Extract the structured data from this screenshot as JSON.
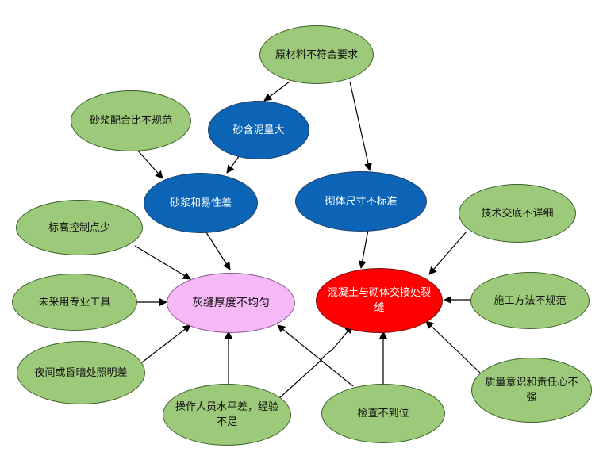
{
  "diagram": {
    "nodes": {
      "raw_material": "原材料不符合要求",
      "sand_mud": "砂含泥量大",
      "mortar_ratio": "砂浆配合比不规范",
      "mortar_workability": "砂浆和易性差",
      "block_size": "砌体尺寸不标准",
      "elevation_points": "标高控制点少",
      "no_tools": "未采用专业工具",
      "night_light": "夜间或昏暗处照明差",
      "operator_skill": "操作人员水平差，经验不足",
      "inspection": "检查不到位",
      "quality_awareness": "质量意识和责任心不强",
      "construction_method": "施工方法不规范",
      "tech_disclosure": "技术交底不详细",
      "joint_uneven": "灰缝厚度不均匀",
      "crack": "混凝土与砌体交接处裂缝"
    },
    "colors": {
      "cause_fill": "#9cc97a",
      "intermediate_fill": "#0b64b6",
      "problem_pink": "#f7b8f7",
      "problem_red": "#ff0000"
    }
  }
}
